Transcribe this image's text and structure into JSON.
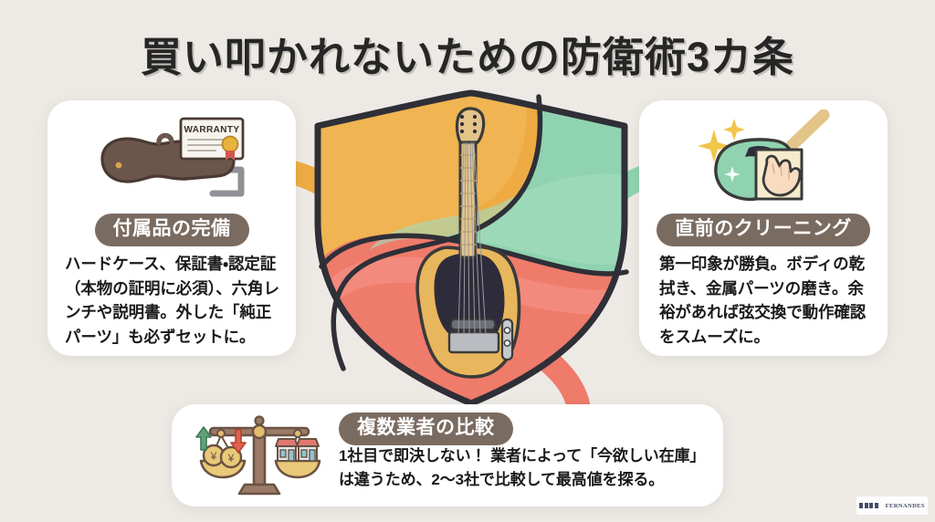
{
  "page": {
    "title": "買い叩かれないための防衛術3カ条",
    "background_color": "#edeae5",
    "pill_color": "#7a6b61",
    "card_color": "#ffffff",
    "title_color": "#262626"
  },
  "shield": {
    "name": "guitar-protection-shield",
    "segment_colors": {
      "top_left_orange": "#eeab44",
      "right_green": "#8fd3b0",
      "bottom_red": "#ef7b6a"
    },
    "outline_color": "#2f2f38",
    "guitar": {
      "body_color": "#e8b65c",
      "pickguard_color": "#2e2c3a",
      "neck_color": "#e3c489"
    }
  },
  "connectors": [
    {
      "name": "connector-orange-left",
      "color": "#eeab44"
    },
    {
      "name": "connector-green-right",
      "color": "#8fd3b0"
    },
    {
      "name": "connector-red-bottom",
      "color": "#ef7b6a"
    }
  ],
  "cards": {
    "left": {
      "id": "card-accessories",
      "pill_label": "付属品の完備",
      "body": "ハードケース、保証書・認定証（本物の証明に必須）、六角レンチや説明書。外した「純正パーツ」も必ずセットに。",
      "icon": {
        "name": "guitar-case-warranty-icon",
        "certificate_label": "WARRANTY",
        "parts": [
          "guitar-hard-case",
          "warranty-certificate",
          "gold-seal",
          "allen-wrench"
        ],
        "case_color": "#6b564c",
        "certificate_color": "#f7f4ef",
        "seal_color": "#e8b33c",
        "wrench_color": "#8f9196"
      }
    },
    "right": {
      "id": "card-cleaning",
      "pill_label": "直前のクリーニング",
      "body": "第一印象が勝負。ボディの乾拭き、金属パーツの磨き。余裕があれば弦交換で動作確認をスムーズに。",
      "icon": {
        "name": "guitar-polishing-icon",
        "parts": [
          "green-guitar-body",
          "polishing-cloth",
          "hand",
          "sparkles"
        ],
        "guitar_color": "#8fd3b0",
        "cloth_color": "#f6eccd",
        "hand_color": "#f8dcc0",
        "sparkle_color": "#f2c64b"
      }
    },
    "bottom": {
      "id": "card-compare-vendors",
      "pill_label": "複数業者の比較",
      "body": "1社目で即決しない！ 業者によって「今欲しい在庫」は違うため、2〜3社で比較して最高値を探る。",
      "icon": {
        "name": "balance-scale-comparison-icon",
        "parts": [
          "balance-scale",
          "yen-coins",
          "up-arrow",
          "down-arrow",
          "shop-buildings"
        ],
        "coin_symbol": "¥",
        "scale_color": "#7a5b4d",
        "coin_color": "#e9c979",
        "up_arrow_color": "#5fa477",
        "down_arrow_color": "#e0614f",
        "shop_color": "#e4e8ea",
        "awning_color": "#e0786f"
      }
    }
  },
  "brand": {
    "name": "FERNANDES",
    "squares_count": 4
  }
}
